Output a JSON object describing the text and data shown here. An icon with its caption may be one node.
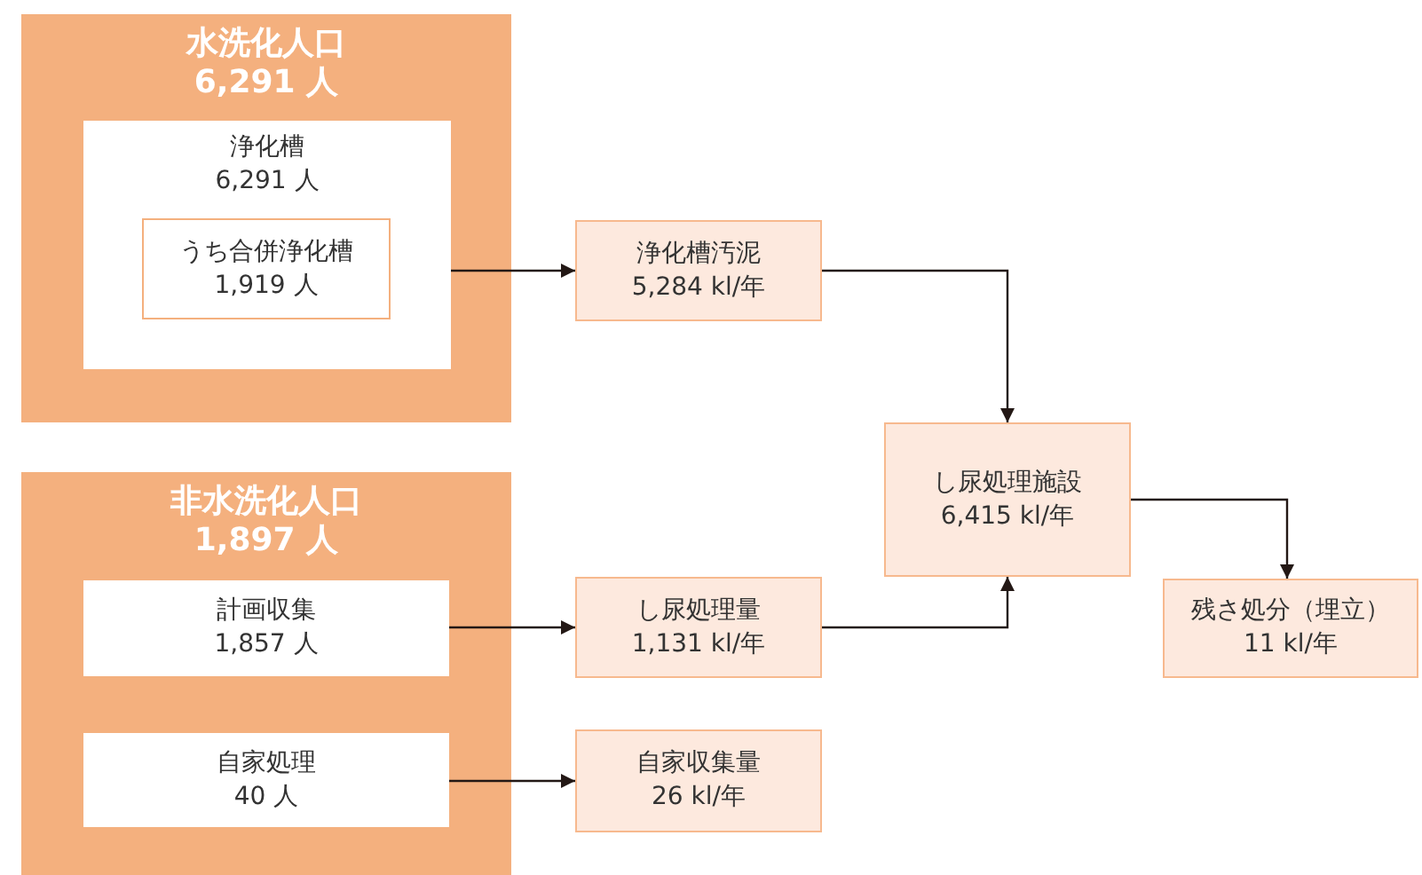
{
  "diagram": {
    "nodes": [
      {
        "text": [
          "水洗化人口",
          "6,291 人"
        ]
      },
      {
        "text": [
          "浄化槽",
          "6,291 人"
        ],
        "in": 0
      },
      {
        "text": [
          "うち合併浄化槽",
          "1,919 人"
        ],
        "in": 1
      },
      {
        "text": [
          "浄化槽汚泥",
          "5,284 kl/年"
        ]
      },
      {
        "text": [
          "非水洗化人口",
          "1,897 人"
        ]
      },
      {
        "text": [
          "計画収集",
          "1,857 人"
        ],
        "in": 4
      },
      {
        "text": [
          "自家処理",
          "40 人"
        ],
        "in": 4
      },
      {
        "text": [
          "し尿処理量",
          "1,131 kl/年"
        ]
      },
      {
        "text": [
          "自家収集量",
          "26 kl/年"
        ]
      },
      {
        "text": [
          "し尿処理施設",
          "6,415 kl/年"
        ]
      },
      {
        "text": [
          "残さ処分（埋立）",
          "11 kl/年"
        ]
      }
    ],
    "edges": [
      {
        "from": 1,
        "to": 3,
        "arrow": "to"
      },
      {
        "from": 3,
        "to": 9,
        "arrow": "to"
      },
      {
        "from": 5,
        "to": 7,
        "arrow": "to"
      },
      {
        "from": 7,
        "to": 9,
        "arrow": "to"
      },
      {
        "from": 6,
        "to": 8,
        "arrow": "to"
      },
      {
        "from": 9,
        "to": 10,
        "arrow": "to"
      }
    ]
  }
}
